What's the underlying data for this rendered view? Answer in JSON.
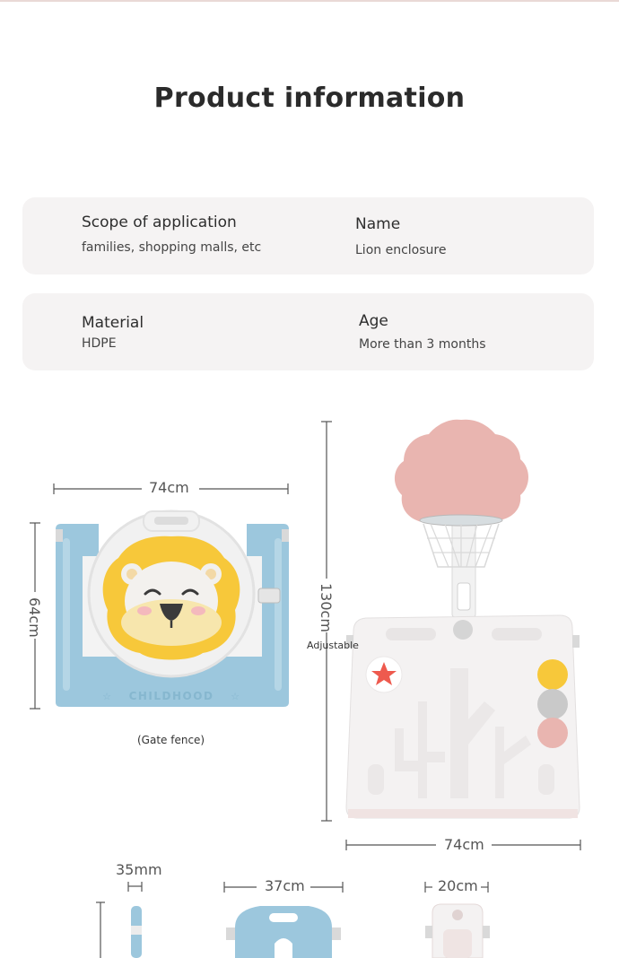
{
  "page": {
    "title": "Product information"
  },
  "info_cards": [
    {
      "left": {
        "label": "Scope of application",
        "value": "families, shopping malls, etc"
      },
      "right": {
        "label": "Name",
        "value": "Lion enclosure"
      }
    },
    {
      "left": {
        "label": "Material",
        "value": "HDPE"
      },
      "right": {
        "label": "Age",
        "value": "More than 3 months"
      }
    }
  ],
  "dimensions": {
    "gate_width": "74cm",
    "gate_height": "64cm",
    "gate_caption": "(Gate fence)",
    "hoop_height": "130cm",
    "adjustable": "Adjustable",
    "hoop_panel_width": "74cm",
    "thickness": "35mm",
    "small_panel_width": "37cm",
    "narrow_panel_width": "20cm",
    "brand_text": "CHILDHOOD"
  },
  "colors": {
    "panel_blue": "#9cc7dd",
    "lion_yellow": "#f7c83a",
    "backboard_pink": "#e9b5b0",
    "panel_white": "#f4f2f2"
  }
}
